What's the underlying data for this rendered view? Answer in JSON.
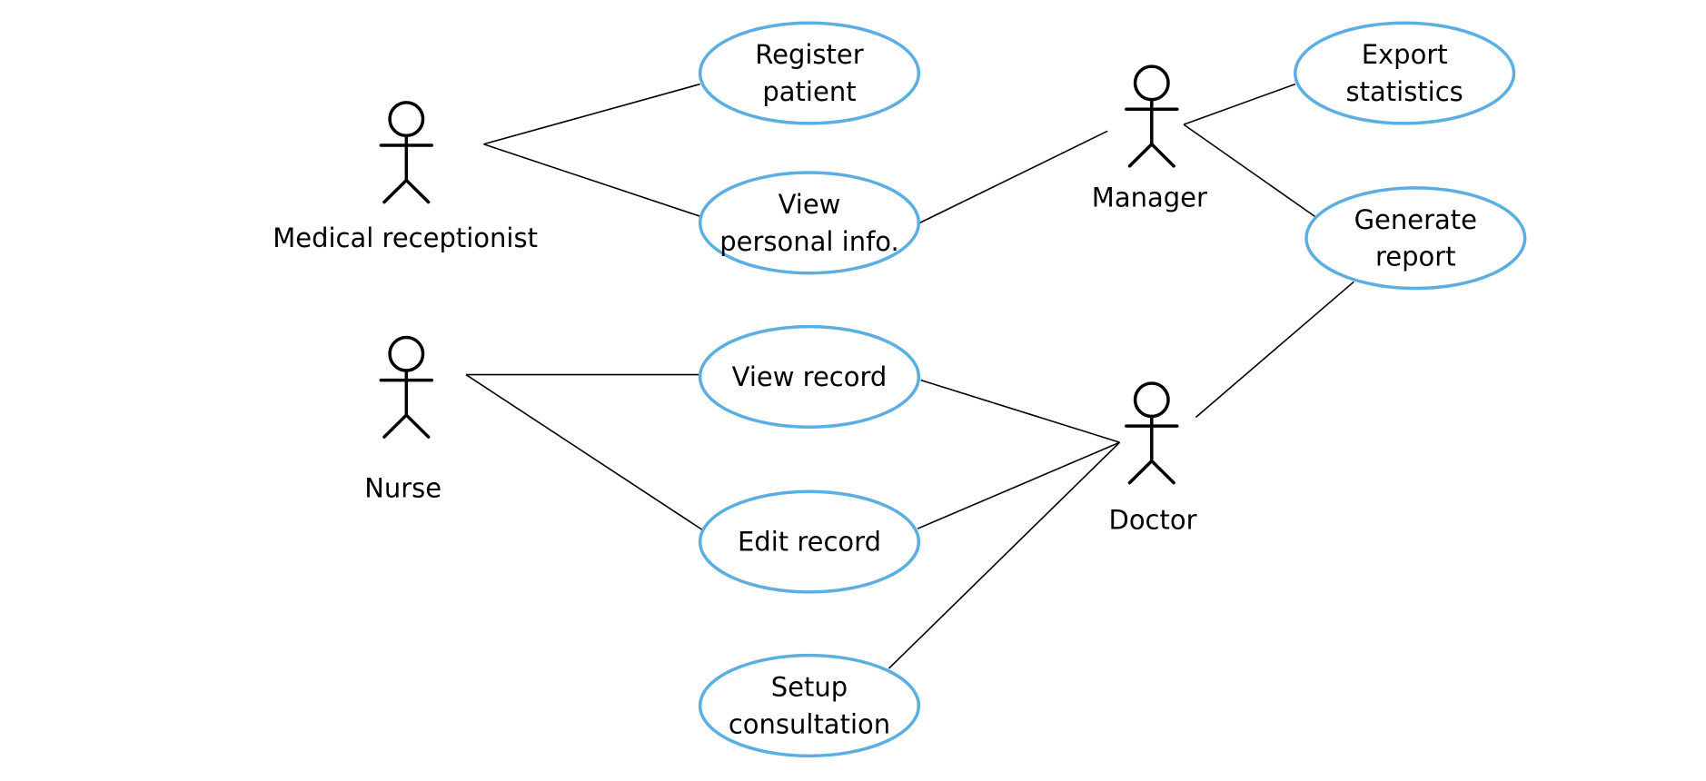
{
  "colors": {
    "use_case_border": "#5aaee2",
    "line": "#000000",
    "text": "#000000"
  },
  "actors": [
    {
      "id": "receptionist",
      "label": "Medical receptionist"
    },
    {
      "id": "nurse",
      "label": "Nurse"
    },
    {
      "id": "manager",
      "label": "Manager"
    },
    {
      "id": "doctor",
      "label": "Doctor"
    }
  ],
  "use_cases": [
    {
      "id": "register",
      "lines": [
        "Register",
        "patient"
      ]
    },
    {
      "id": "view_info",
      "lines": [
        "View",
        "personal info."
      ]
    },
    {
      "id": "view_record",
      "lines": [
        "View record"
      ]
    },
    {
      "id": "edit_record",
      "lines": [
        "Edit record"
      ]
    },
    {
      "id": "setup",
      "lines": [
        "Setup",
        "consultation"
      ]
    },
    {
      "id": "export",
      "lines": [
        "Export",
        "statistics"
      ]
    },
    {
      "id": "report",
      "lines": [
        "Generate",
        "report"
      ]
    }
  ],
  "associations": [
    {
      "actor": "receptionist",
      "use_case": "register"
    },
    {
      "actor": "receptionist",
      "use_case": "view_info"
    },
    {
      "actor": "manager",
      "use_case": "view_info"
    },
    {
      "actor": "manager",
      "use_case": "export"
    },
    {
      "actor": "manager",
      "use_case": "report"
    },
    {
      "actor": "nurse",
      "use_case": "view_record"
    },
    {
      "actor": "nurse",
      "use_case": "edit_record"
    },
    {
      "actor": "doctor",
      "use_case": "view_record"
    },
    {
      "actor": "doctor",
      "use_case": "edit_record"
    },
    {
      "actor": "doctor",
      "use_case": "setup"
    },
    {
      "actor": "doctor",
      "use_case": "report"
    }
  ]
}
